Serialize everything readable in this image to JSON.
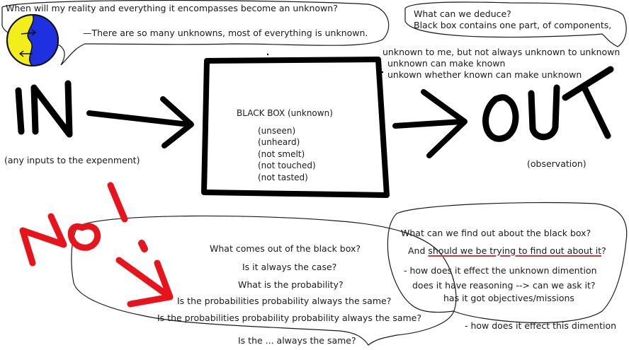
{
  "top_left_bubble": {
    "question": "When will my reality and everything it encompasses become an unknown?",
    "statement": "—There are so many unknowns, most of everything is unknown."
  },
  "top_right_bubble": {
    "line1": "What can we deduce?",
    "line2": "Black box contains one part, of components,"
  },
  "unknown_notes": [
    "unknown to me, but  not always unknown to unknown",
    "unknown can make known",
    "unkown whether known can make unknown"
  ],
  "flow": {
    "in_label": "IN",
    "in_caption": "(any inputs to the  expenment)",
    "box_title": "BLACK BOX (unknown)",
    "box_items": [
      "(unseen)",
      "(unheard)",
      "(not smelt)",
      "(not touched)",
      "(not tasted)"
    ],
    "out_label": "OUT",
    "out_caption": "(observation)"
  },
  "no_mark": {
    "text": "NO!",
    "color": "#e8141c"
  },
  "bottom_left_questions": [
    "What comes out of the black box?",
    "Is it always the case?",
    "What is the probability?",
    "Is the probabilities probability always the same?",
    "Is the probabilities probability probability always the same?",
    "Is the ... always the same?"
  ],
  "bottom_right_bubble": {
    "q1": "What can we find out about the  black box?",
    "q2_prefix": "And ",
    "q2_underlined": "should we be trying to find out about it",
    "q2_suffix": "?",
    "bullet1": "- how does it effect the unknown dimention",
    "bullet2": "does it have reasoning --> can we ask it?",
    "bullet3": "has it got objectives/missions",
    "bullet4": "- how does it effect this dimention"
  },
  "colors": {
    "ink": "#000000",
    "accent_red": "#e8141c",
    "clock_yellow": "#f2ee1c",
    "clock_blue": "#1f30e0"
  }
}
